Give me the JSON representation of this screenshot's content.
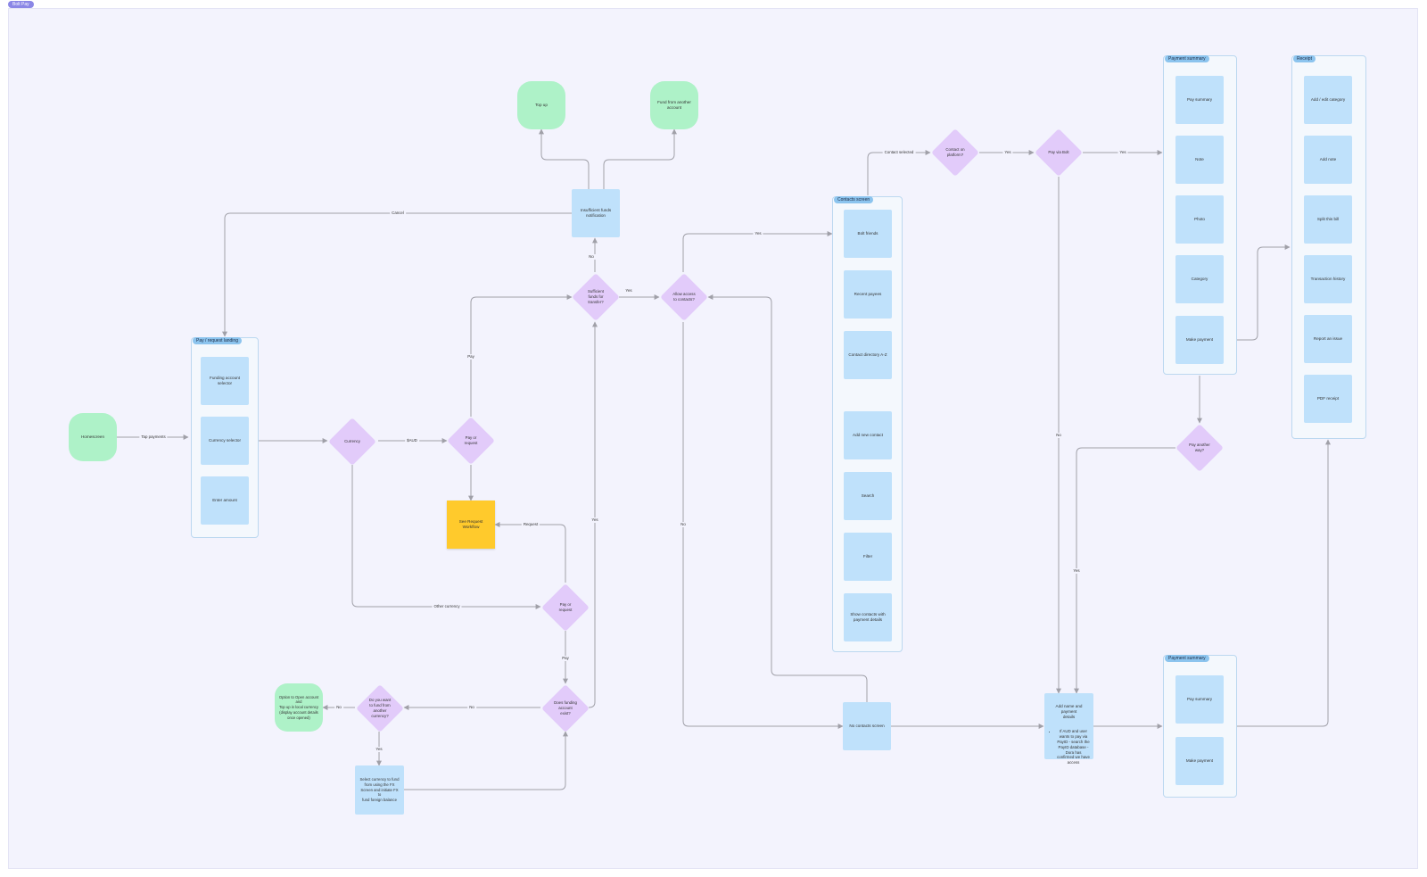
{
  "frame_title": "Bolt Pay",
  "sections": {
    "pay_request_landing": {
      "title": "Pay / request landing",
      "items": [
        "Funding account selector",
        "Currency selector",
        "Enter amount"
      ]
    },
    "contacts_screen": {
      "title": "Contacts screen",
      "items": [
        "Bolt friends",
        "Recent payees",
        "Contact directory A-Z",
        "Add new contact",
        "Search",
        "Filter",
        "Show contacts with\npayment details"
      ]
    },
    "payment_summary_top": {
      "title": "Payment summary",
      "items": [
        "Pay summary",
        "Note",
        "Photo",
        "Category",
        "Make payment"
      ]
    },
    "receipt": {
      "title": "Receipt",
      "items": [
        "Add / edit category",
        "Add note",
        "Split this bill",
        "Transaction history",
        "Report an issue",
        "PDF receipt"
      ]
    },
    "payment_summary_bottom": {
      "title": "Payment summary",
      "items": [
        "Pay summary",
        "Make payment"
      ]
    }
  },
  "nodes": {
    "homescreen": "Homescreen",
    "top_up": "Top up",
    "fund_from_another": "Fund from another\naccount",
    "insufficient_funds": "Insufficient funds\nnotification",
    "see_request_workflow": "See Request Workflow",
    "option_open_account": "Option to Open account\nand\nTop up in local currency\n(display account details\nonce opened)",
    "select_currency_fund": "Select currency to fund\nfrom using the FX\nScreen and initiate FX to\nfund foreign balance",
    "no_contacts_screen": "No contacts screen",
    "add_name_payment": {
      "title": "Add name and payment\ndetails",
      "bullet": "If AUD and user wants to pay via PayID - search the PayID database - Dora has confirmed we have access"
    }
  },
  "decisions": {
    "currency": "Currency",
    "pay_or_request_1": "Pay or\nrequest",
    "sufficient_funds": "Sufficient\nfunds for\ntransfer?",
    "allow_access_contacts": "Allow access\nto contacts?",
    "pay_or_request_2": "Pay or\nrequest",
    "does_funding_exist": "Does funding\naccount\nexist?",
    "do_you_want_fund": "Do you want\nto fund from\nanother\ncurrency?",
    "contact_on_platform": "Contact on\nplatform?",
    "pay_via_bolt": "Pay via Bolt",
    "pay_another_way": "Pay another\nway?"
  },
  "edge_labels": {
    "tap_payments": "Tap payments",
    "aud": "$AUD",
    "pay": "Pay",
    "no": "No",
    "yes": "Yes",
    "cancel": "Cancel",
    "request": "Request",
    "other_currency": "Other currency",
    "contact_selected": "Contact selected"
  },
  "colors": {
    "canvas": "#f3f3fd",
    "box": "#bfe1fb",
    "terminal": "#aef2c8",
    "decision": "#e2cbfa",
    "sticky": "#ffca2c",
    "edge": "#a0a0a8"
  }
}
